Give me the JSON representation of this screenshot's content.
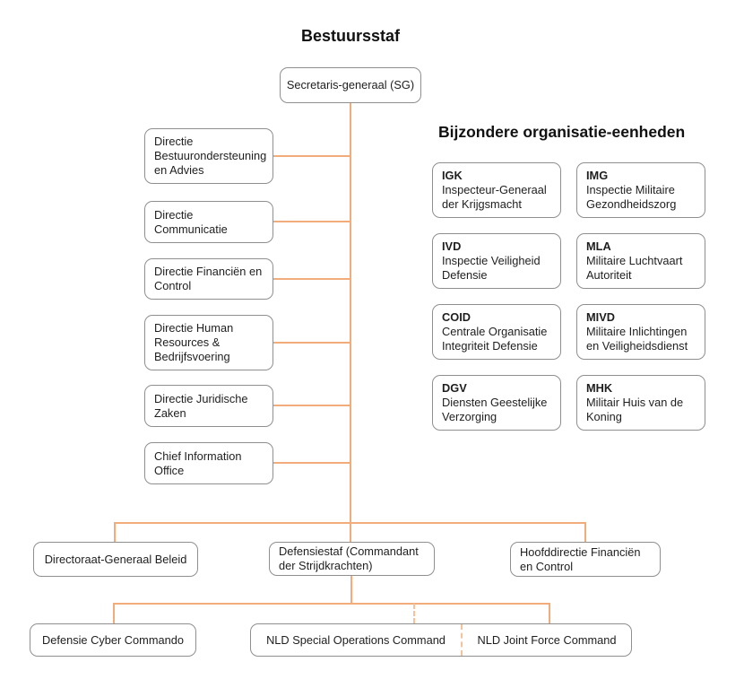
{
  "title": "Bestuursstaf",
  "root": {
    "label": "Secretaris-generaal (SG)"
  },
  "directies": [
    {
      "label": "Directie Bestuurondersteuning en Advies"
    },
    {
      "label": "Directie Communicatie"
    },
    {
      "label": "Directie Financiën en Control"
    },
    {
      "label": "Directie Human Resources & Bedrijfsvoering"
    },
    {
      "label": "Directie Juridische Zaken"
    },
    {
      "label": "Chief Information Office"
    }
  ],
  "special_units": {
    "heading": "Bijzondere organisatie-eenheden",
    "items": [
      {
        "abbr": "IGK",
        "name": "Inspecteur-Generaal der Krijgsmacht"
      },
      {
        "abbr": "IMG",
        "name": "Inspectie Militaire Gezondheidszorg"
      },
      {
        "abbr": "IVD",
        "name": "Inspectie Veiligheid Defensie"
      },
      {
        "abbr": "MLA",
        "name": "Militaire Luchtvaart Autoriteit"
      },
      {
        "abbr": "COID",
        "name": "Centrale Organisatie Integriteit Defensie"
      },
      {
        "abbr": "MIVD",
        "name": "Militaire Inlichtingen en Veiligheidsdienst"
      },
      {
        "abbr": "DGV",
        "name": "Diensten Geestelijke Verzorging"
      },
      {
        "abbr": "MHK",
        "name": "Militair Huis van de Koning"
      }
    ]
  },
  "level2": [
    {
      "label": "Directoraat-Generaal Beleid"
    },
    {
      "label": "Defensiestaf (Commandant der Strijdkrachten)"
    },
    {
      "label": "Hoofddirectie Financiën en Control"
    }
  ],
  "level3": [
    {
      "label": "Defensie Cyber Commando"
    },
    {
      "label": "NLD Special Operations Command"
    },
    {
      "label": "NLD Joint Force Command"
    }
  ],
  "colors": {
    "line": "#f2ab7a",
    "line_dashed": "#f6c29c",
    "box_border": "#8f8f8f",
    "text": "#1e1e1e",
    "heading": "#111111"
  }
}
